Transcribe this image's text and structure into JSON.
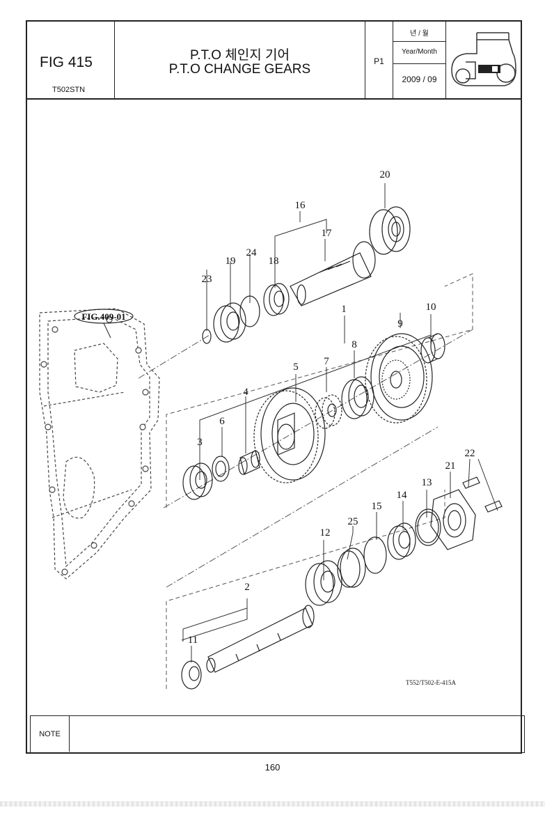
{
  "header": {
    "fig": "FIG 415",
    "model": "T502STN",
    "title_ko": "P.T.O 체인지 기어",
    "title_en": "P.T.O CHANGE GEARS",
    "page_code": "P1",
    "ym_ko": "년 / 월",
    "ym_en": "Year/Month",
    "date": "2009 / 09"
  },
  "diagram": {
    "ref_label": "FIG.409-01",
    "drawing_code": "T552/T502-E-415A",
    "callouts": [
      "1",
      "2",
      "3",
      "4",
      "5",
      "6",
      "7",
      "8",
      "9",
      "10",
      "11",
      "12",
      "13",
      "14",
      "15",
      "16",
      "17",
      "18",
      "19",
      "20",
      "21",
      "22",
      "23",
      "24",
      "25"
    ]
  },
  "note_label": "NOTE",
  "page_number": "160"
}
